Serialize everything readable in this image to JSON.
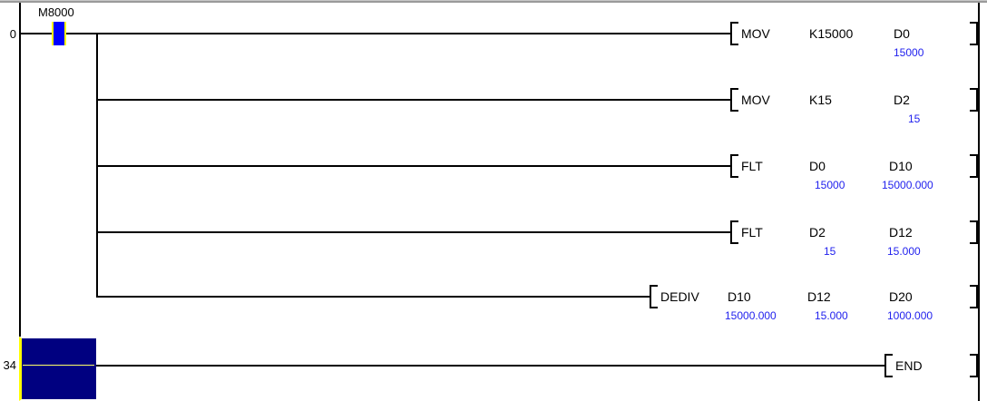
{
  "editor": {
    "title": "ladder-diagram-monitor",
    "accent_blue": "#0000FF",
    "selection_navy": "#000080",
    "value_blue": "#2222EE",
    "rail_color": "#000000"
  },
  "rungs": [
    {
      "number": "0",
      "contact": {
        "name": "M8000",
        "type": "no-contact",
        "energized": true
      },
      "lines": [
        {
          "instruction": "MOV",
          "operands": [
            {
              "label": "K15000",
              "value": ""
            },
            {
              "label": "D0",
              "value": "15000"
            }
          ]
        },
        {
          "instruction": "MOV",
          "operands": [
            {
              "label": "K15",
              "value": ""
            },
            {
              "label": "D2",
              "value": "15"
            }
          ]
        },
        {
          "instruction": "FLT",
          "operands": [
            {
              "label": "D0",
              "value": "15000"
            },
            {
              "label": "D10",
              "value": "15000.000"
            }
          ]
        },
        {
          "instruction": "FLT",
          "operands": [
            {
              "label": "D2",
              "value": "15"
            },
            {
              "label": "D12",
              "value": "15.000"
            }
          ]
        },
        {
          "instruction": "DEDIV",
          "operands": [
            {
              "label": "D10",
              "value": "15000.000"
            },
            {
              "label": "D12",
              "value": "15.000"
            },
            {
              "label": "D20",
              "value": "1000.000"
            }
          ]
        }
      ]
    },
    {
      "number": "34",
      "selected": true,
      "lines": [
        {
          "instruction": "END",
          "operands": []
        }
      ]
    }
  ]
}
